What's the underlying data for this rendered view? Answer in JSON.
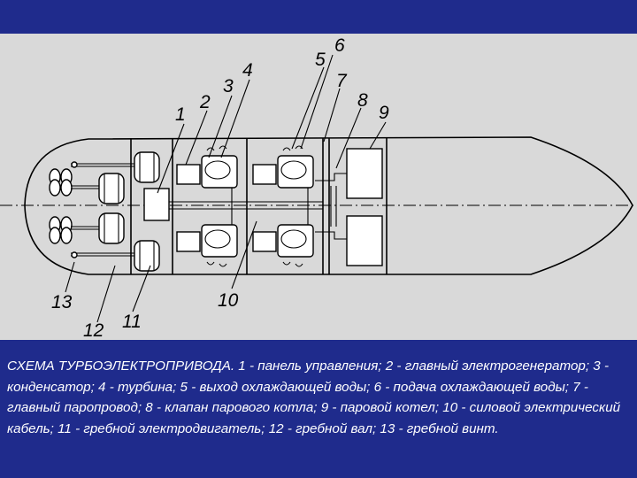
{
  "diagram": {
    "labels": {
      "n1": "1",
      "n2": "2",
      "n3": "3",
      "n4": "4",
      "n5": "5",
      "n6": "6",
      "n7": "7",
      "n8": "8",
      "n9": "9",
      "n10": "10",
      "n11": "11",
      "n12": "12",
      "n13": "13"
    }
  },
  "caption": {
    "text": "СХЕМА ТУРБОЭЛЕКТРОПРИВОДА. 1 - панель управления; 2 - главный электрогенератор; 3 - конденсатор; 4 - турбина; 5 - выход охлаждающей воды; 6 - подача охлаждающей воды; 7 - главный паропровод; 8 - клапан парового котла; 9 - паровой котел; 10 - силовой электрический кабель; 11 - гребной электродвигатель; 12 - гребной вал; 13 - гребной винт."
  },
  "colors": {
    "background": "#1f2b8c",
    "diagram_background": "#d9d9d9",
    "caption_text": "#ffffff"
  }
}
